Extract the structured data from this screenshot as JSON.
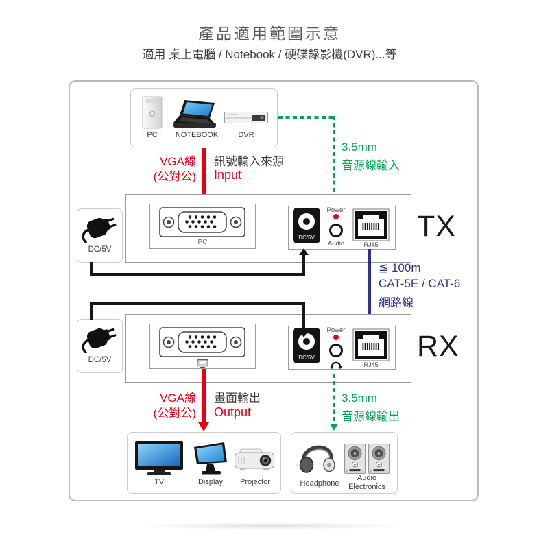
{
  "title": "產品適用範圍示意",
  "subtitle": "適用 桌上電腦 / Notebook / 硬碟錄影機(DVR)...等",
  "colors": {
    "red": "#e60012",
    "green": "#00a453",
    "blue": "#2e3192",
    "black": "#161616"
  },
  "source_box": {
    "pc": "PC",
    "notebook": "NOTEBOOK",
    "dvr": "DVR"
  },
  "input": {
    "cable1": "VGA線",
    "cable2": "(公對公)",
    "desc": "訊號輸入來源",
    "label": "Input"
  },
  "audio_in": {
    "line1": "3.5mm",
    "line2": "音源線輸入"
  },
  "tx": {
    "name": "TX",
    "vga_label": "PC",
    "dc": "DC/5V",
    "power": "Power",
    "audio": "Audio",
    "rj45": "RJ45"
  },
  "tx_adapter": "DC/5V",
  "network": {
    "line1": "≦ 100m",
    "line2": "CAT-5E / CAT-6",
    "line3": "網路線"
  },
  "rx": {
    "name": "RX",
    "dc": "DC/5V",
    "power": "Power",
    "rj45": "RJ45"
  },
  "rx_adapter": "DC/5V",
  "output": {
    "cable1": "VGA線",
    "cable2": "(公對公)",
    "desc": "畫面輸出",
    "label": "Output"
  },
  "audio_out": {
    "line1": "3.5mm",
    "line2": "音源線輸出"
  },
  "sink_box": {
    "tv": "TV",
    "display": "Display",
    "projector": "Projector"
  },
  "audio_sink_box": {
    "headphone": "Headphone",
    "audio_line1": "Audio",
    "audio_line2": "Electronics"
  }
}
